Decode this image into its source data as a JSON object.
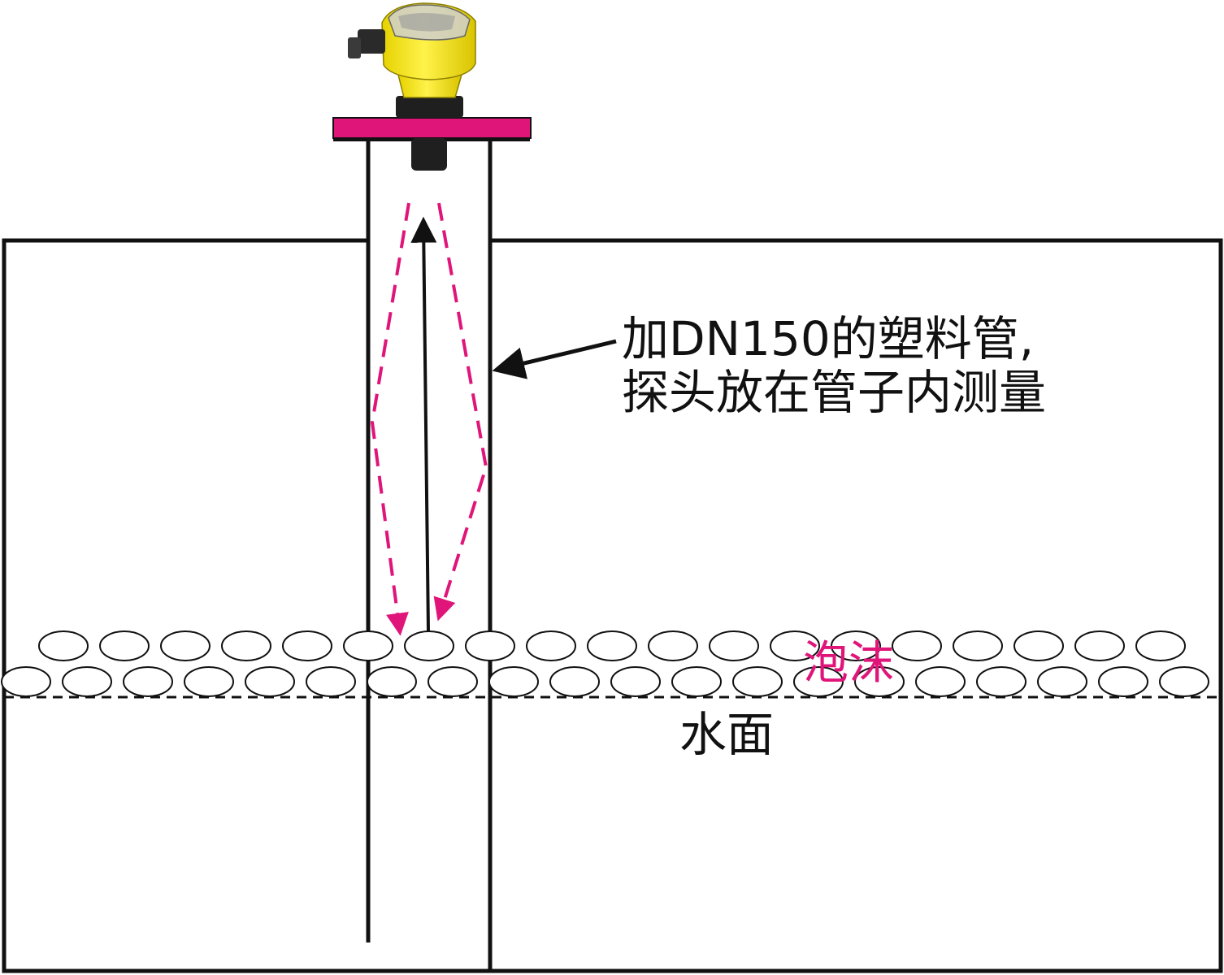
{
  "colors": {
    "accent": "#E0157A",
    "line": "#111111",
    "sensor_body": "#F5E500",
    "sensor_dark": "#1F1F1F"
  },
  "annotations": {
    "pipe_note_line1": "加DN150的塑料管,",
    "pipe_note_line2": "探头放在管子内测量",
    "foam_label": "泡沫",
    "water_label": "水面"
  },
  "icons": {
    "sensor": "ultrasonic-level-sensor-icon",
    "flange": "mounting-flange"
  }
}
